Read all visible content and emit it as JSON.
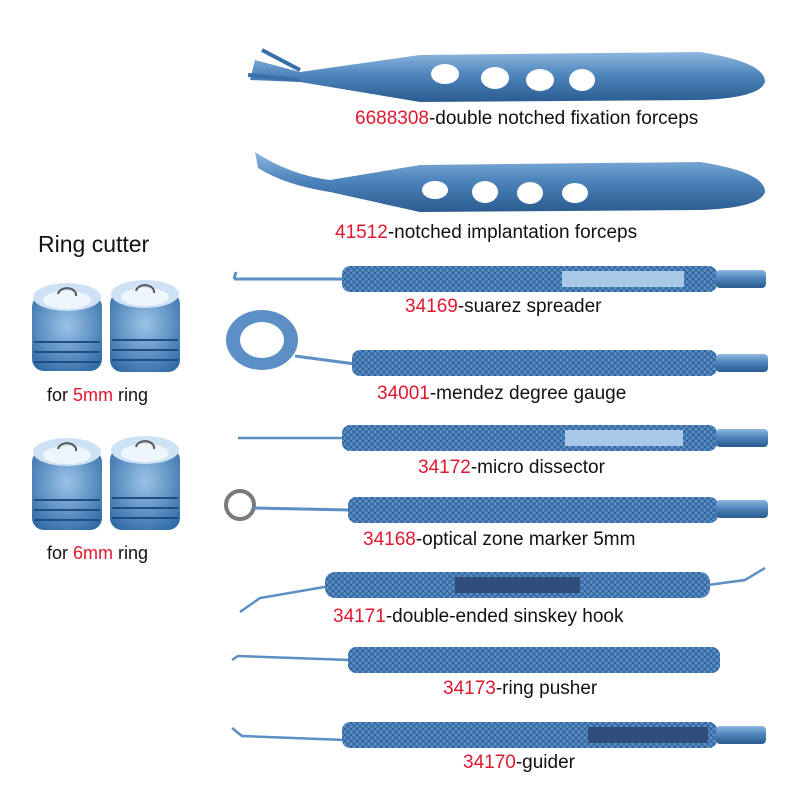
{
  "ring_cutter": {
    "title": "Ring cutter",
    "sizes": [
      {
        "prefix": "for ",
        "size": "5mm",
        "suffix": " ring"
      },
      {
        "prefix": "for ",
        "size": "6mm",
        "suffix": " ring"
      }
    ]
  },
  "instruments": [
    {
      "code": "6688308",
      "name": "-double notched fixation forceps"
    },
    {
      "code": "41512",
      "name": "-notched implantation forceps"
    },
    {
      "code": "34169",
      "name": "-suarez spreader"
    },
    {
      "code": "34001",
      "name": "-mendez degree gauge"
    },
    {
      "code": "34172",
      "name": "-micro dissector"
    },
    {
      "code": "34168",
      "name": "-optical zone marker 5mm"
    },
    {
      "code": "34171",
      "name": "-double-ended sinskey hook"
    },
    {
      "code": "34173",
      "name": "-ring pusher"
    },
    {
      "code": "34170",
      "name": "-guider"
    }
  ],
  "colors": {
    "code_text": "#e0182d",
    "instrument_blue": "#4f86bd",
    "label_text": "#111111"
  }
}
